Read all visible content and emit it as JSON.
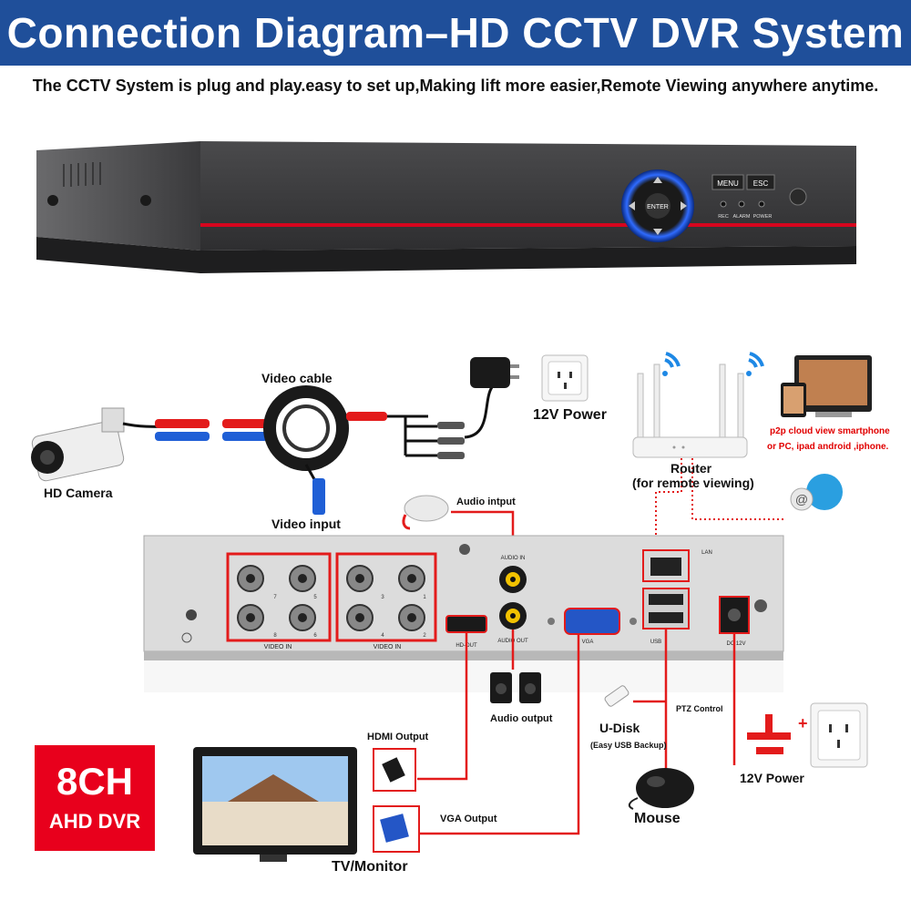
{
  "header": {
    "title": "Connection Diagram–HD CCTV DVR System",
    "subtitle": "The CCTV System is plug and play.easy to set up,Making lift more easier,Remote Viewing anywhere anytime."
  },
  "front_panel": {
    "menu": "MENU",
    "esc": "ESC",
    "enter": "ENTER",
    "rec": "REC",
    "alarm": "ALARM",
    "power": "POWER"
  },
  "labels": {
    "video_cable": "Video cable",
    "power_top": "12V Power",
    "hd_camera": "HD Camera",
    "video_input": "Video input",
    "audio_input": "Audio intput",
    "router": "Router",
    "router_sub": "(for remote viewing)",
    "p2p_line1": "p2p cloud  view smartphone",
    "p2p_line2": "or PC, ipad android ,iphone.",
    "audio_output": "Audio output",
    "hdmi_output": "HDMI Output",
    "vga_output": "VGA Output",
    "tv_monitor": "TV/Monitor",
    "udisk": "U-Disk",
    "udisk_sub": "(Easy USB Backup)",
    "ptz_control": "PTZ Control",
    "mouse": "Mouse",
    "power_bottom": "12V Power"
  },
  "back_panel": {
    "video_in_left": "VIDEO IN",
    "video_in_right": "VIDEO IN",
    "audio_in": "AUDIO IN",
    "audio_out": "AUDIO OUT",
    "hd_out": "HD-OUT",
    "vga": "VGA",
    "lan": "LAN",
    "usb": "USB",
    "dc": "DC 12V",
    "port_numbers": [
      "7",
      "5",
      "3",
      "1",
      "8",
      "6",
      "4",
      "2"
    ]
  },
  "badge": {
    "title": "8CH",
    "subtitle": "AHD DVR"
  },
  "colors": {
    "banner": "#1f4f9a",
    "accent_red": "#e8001c",
    "wifi_blue": "#1e88e5"
  }
}
